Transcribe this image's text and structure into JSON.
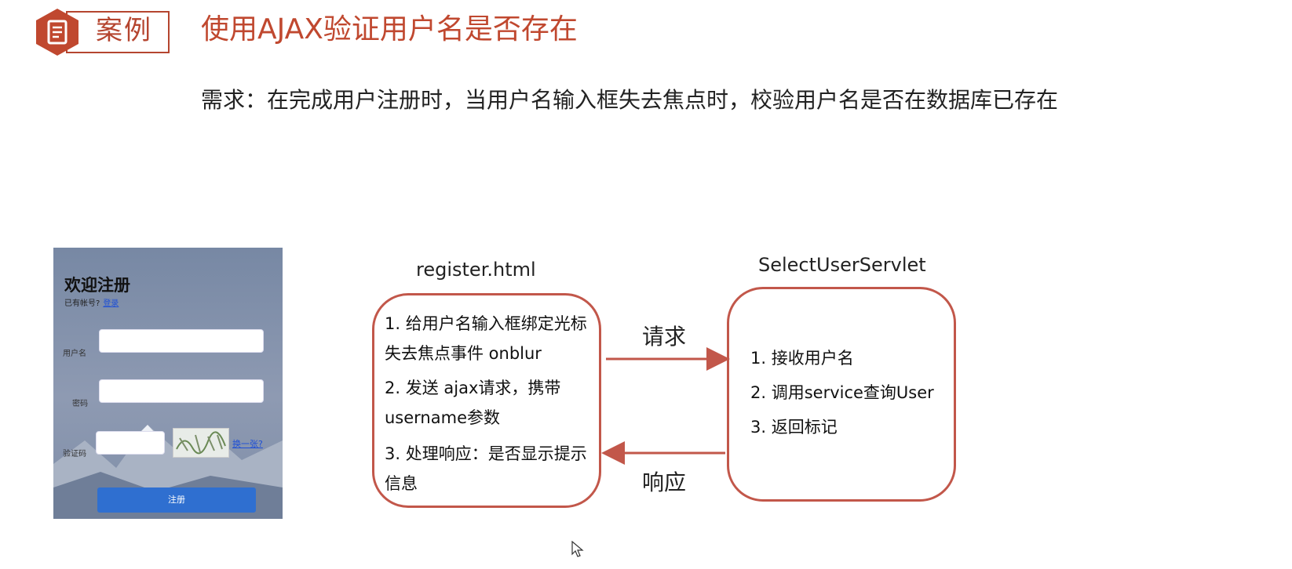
{
  "header": {
    "badge_label": "案例",
    "title": "使用AJAX验证用户名是否存在"
  },
  "requirement": "需求：在完成用户注册时，当用户名输入框失去焦点时，校验用户名是否在数据库已存在",
  "register_form": {
    "title": "欢迎注册",
    "has_account": "已有帐号?",
    "login_link": "登录",
    "username_label": "用户名",
    "password_label": "密码",
    "captcha_label": "验证码",
    "change_link": "换一张?",
    "submit_label": "注册"
  },
  "client_box": {
    "title": "register.html",
    "steps": [
      "1. 给用户名输入框绑定光标",
      "失去焦点事件 onblur",
      "2. 发送 ajax请求，携带",
      "username参数",
      "3. 处理响应：是否显示提示",
      "信息"
    ]
  },
  "server_box": {
    "title": "SelectUserServlet",
    "steps": [
      "1. 接收用户名",
      "2. 调用service查询User",
      "3. 返回标记"
    ]
  },
  "arrows": {
    "request_label": "请求",
    "response_label": "响应",
    "color": "#c2574a"
  },
  "colors": {
    "accent": "#c0482f",
    "box_border": "#c2574a"
  }
}
